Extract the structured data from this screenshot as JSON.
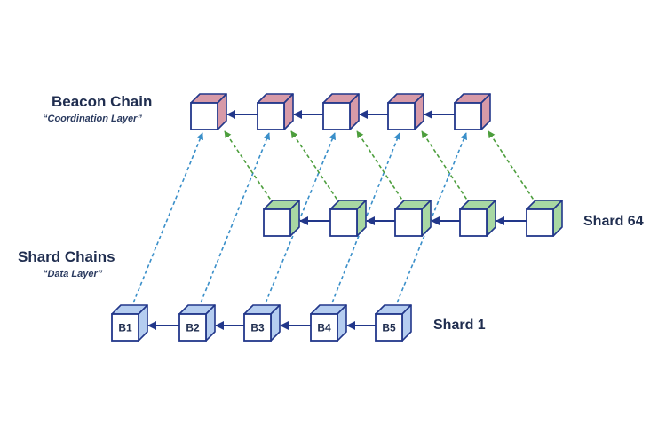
{
  "colors": {
    "outline": "#22378a",
    "face": "#ffffff",
    "beacon_side": "#d79aa8",
    "shard64_side": "#a8d8a3",
    "shard1_side": "#b5cdf0",
    "solid_arrow": "#22378a",
    "blue_dashed": "#3a8fc9",
    "green_dashed": "#4d9e3d"
  },
  "labels": {
    "beacon_title": "Beacon Chain",
    "beacon_subtitle": "“Coordination Layer”",
    "shard_title": "Shard Chains",
    "shard_subtitle": "“Data Layer”",
    "shard64": "Shard 64",
    "shard1": "Shard 1"
  },
  "chains": {
    "beacon": {
      "count": 5,
      "labels": [
        "",
        "",
        "",
        "",
        ""
      ]
    },
    "shard64": {
      "count": 5,
      "labels": [
        "",
        "",
        "",
        "",
        ""
      ]
    },
    "shard1": {
      "count": 5,
      "labels": [
        "B1",
        "B2",
        "B3",
        "B4",
        "B5"
      ]
    }
  }
}
